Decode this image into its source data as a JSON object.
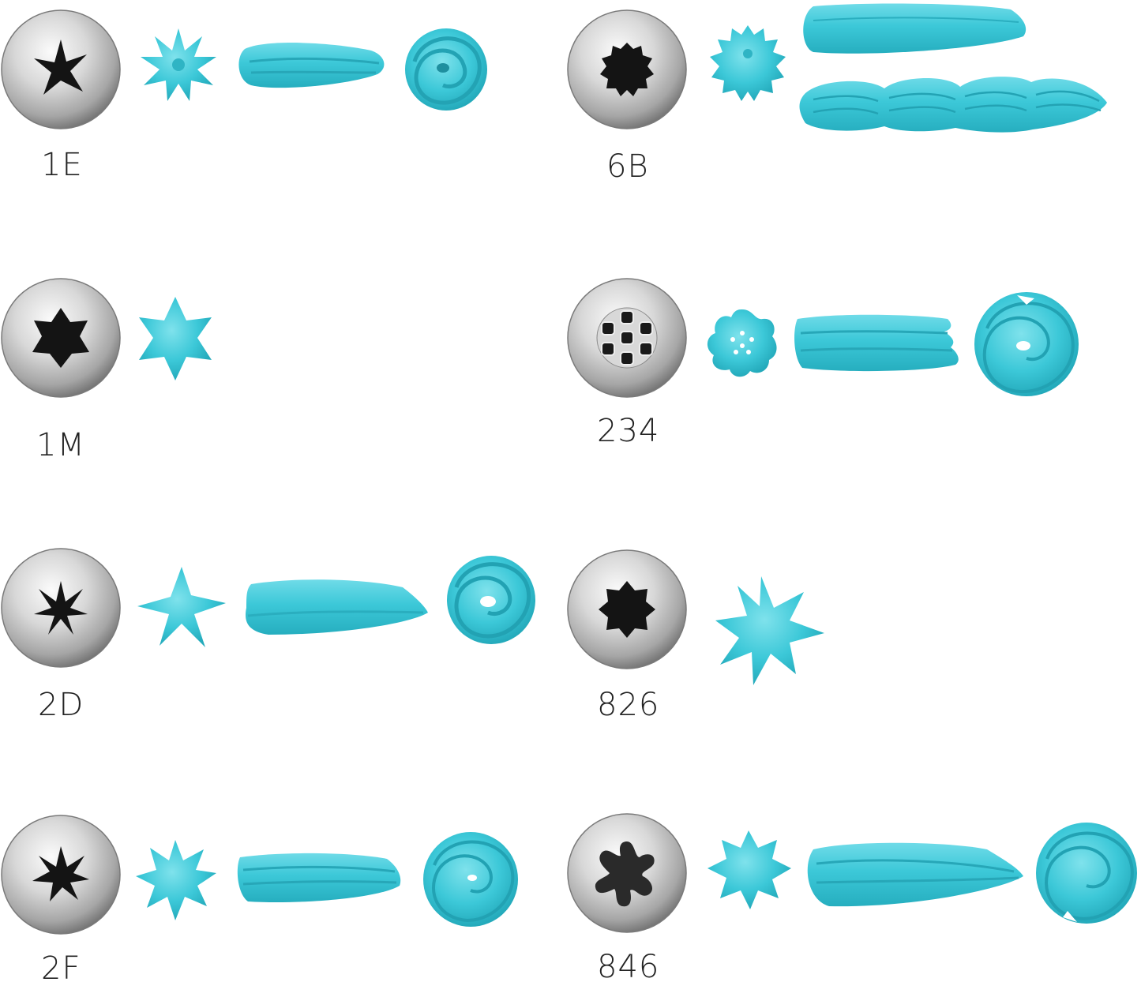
{
  "colors": {
    "frosting": "#3cc8d8",
    "frosting_dark": "#22a9ba",
    "frosting_light": "#8fe6ef",
    "metal_light": "#f4f4f4",
    "metal_dark": "#8a8a8a",
    "hole": "#141414"
  },
  "tips": [
    {
      "label": "1E"
    },
    {
      "label": "6B"
    },
    {
      "label": "1M"
    },
    {
      "label": "234"
    },
    {
      "label": "2D"
    },
    {
      "label": "826"
    },
    {
      "label": "2F"
    },
    {
      "label": "846"
    }
  ]
}
